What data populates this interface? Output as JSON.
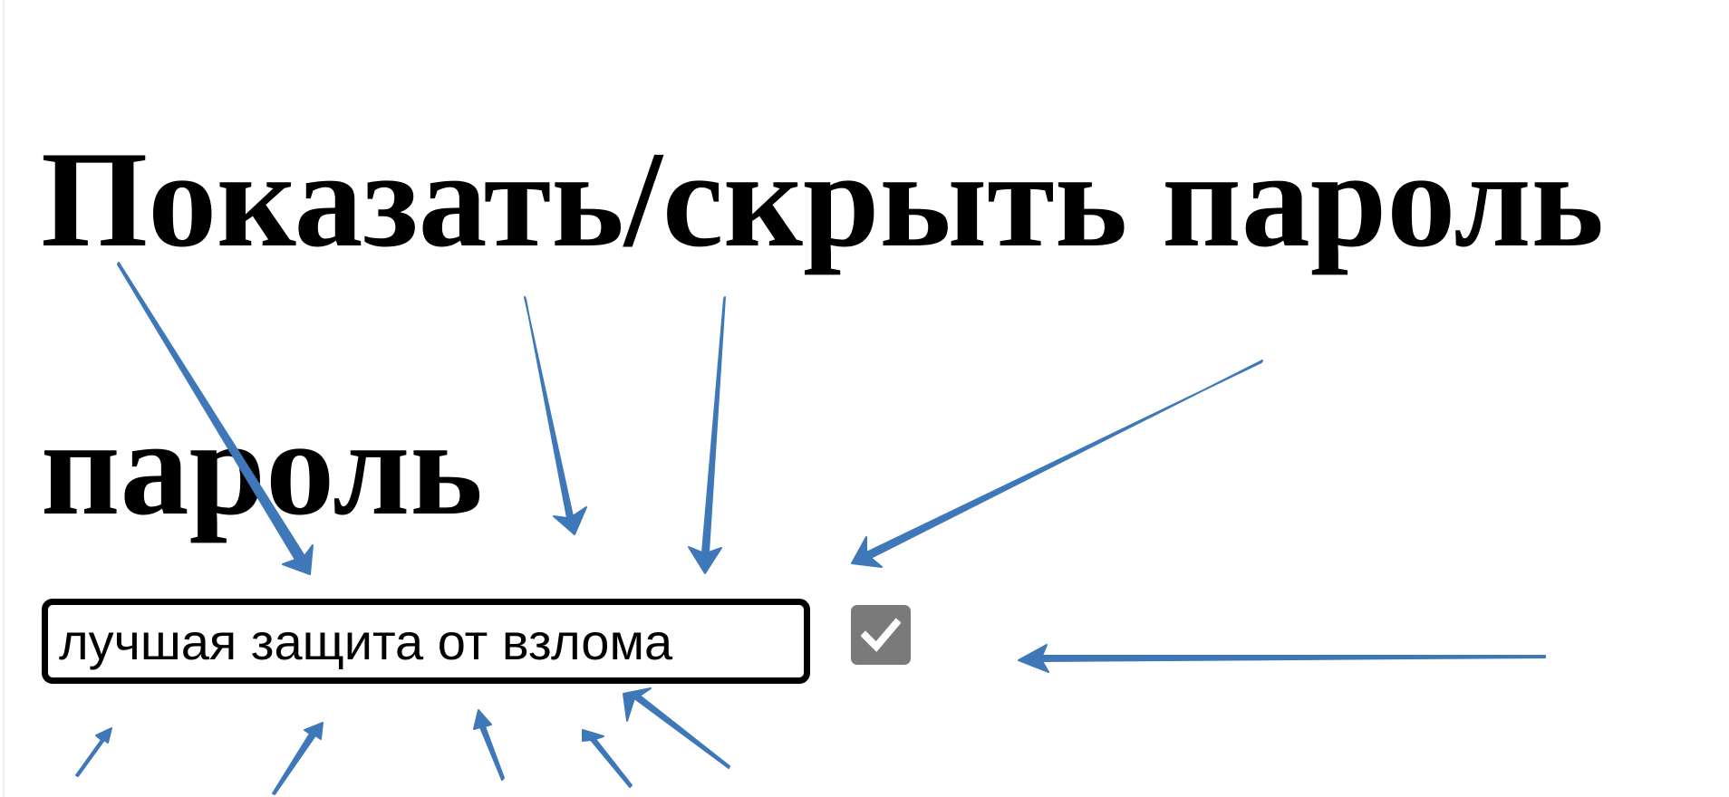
{
  "heading": {
    "line1": "Показать/скрыть пароль",
    "line2": "пароль"
  },
  "password_field": {
    "value": "лучшая защита от взлома"
  },
  "toggle": {
    "checked": true,
    "icon": "checkmark-icon"
  },
  "colors": {
    "arrow": "#3f78b8",
    "toggle_bg": "#7a7a7a",
    "text": "#000000"
  }
}
